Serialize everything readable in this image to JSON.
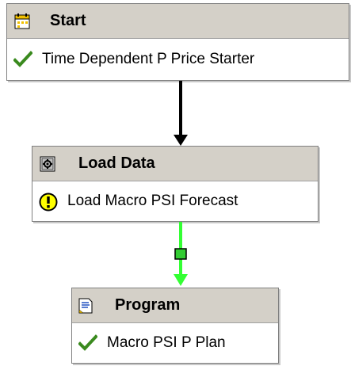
{
  "nodes": {
    "start": {
      "title": "Start",
      "task_label": "Time Dependent P Price Starter",
      "status": "complete"
    },
    "load_data": {
      "title": "Load Data",
      "task_label": "Load Macro PSI Forecast",
      "status": "warning"
    },
    "program": {
      "title": "Program",
      "task_label": "Macro PSI P Plan",
      "status": "complete"
    }
  },
  "connectors": [
    {
      "from": "start",
      "to": "load_data",
      "color": "#000000"
    },
    {
      "from": "load_data",
      "to": "program",
      "color": "#33ff33"
    }
  ],
  "colors": {
    "header_bg": "#d4d0c8",
    "check": "#3a8a1e",
    "warning": "#ffff00",
    "success_connector": "#33ff33"
  },
  "icons": {
    "start": "calendar-start-icon",
    "load_data": "gear-document-icon",
    "program": "program-document-icon",
    "complete": "checkmark-icon",
    "warning": "exclamation-warning-icon"
  }
}
